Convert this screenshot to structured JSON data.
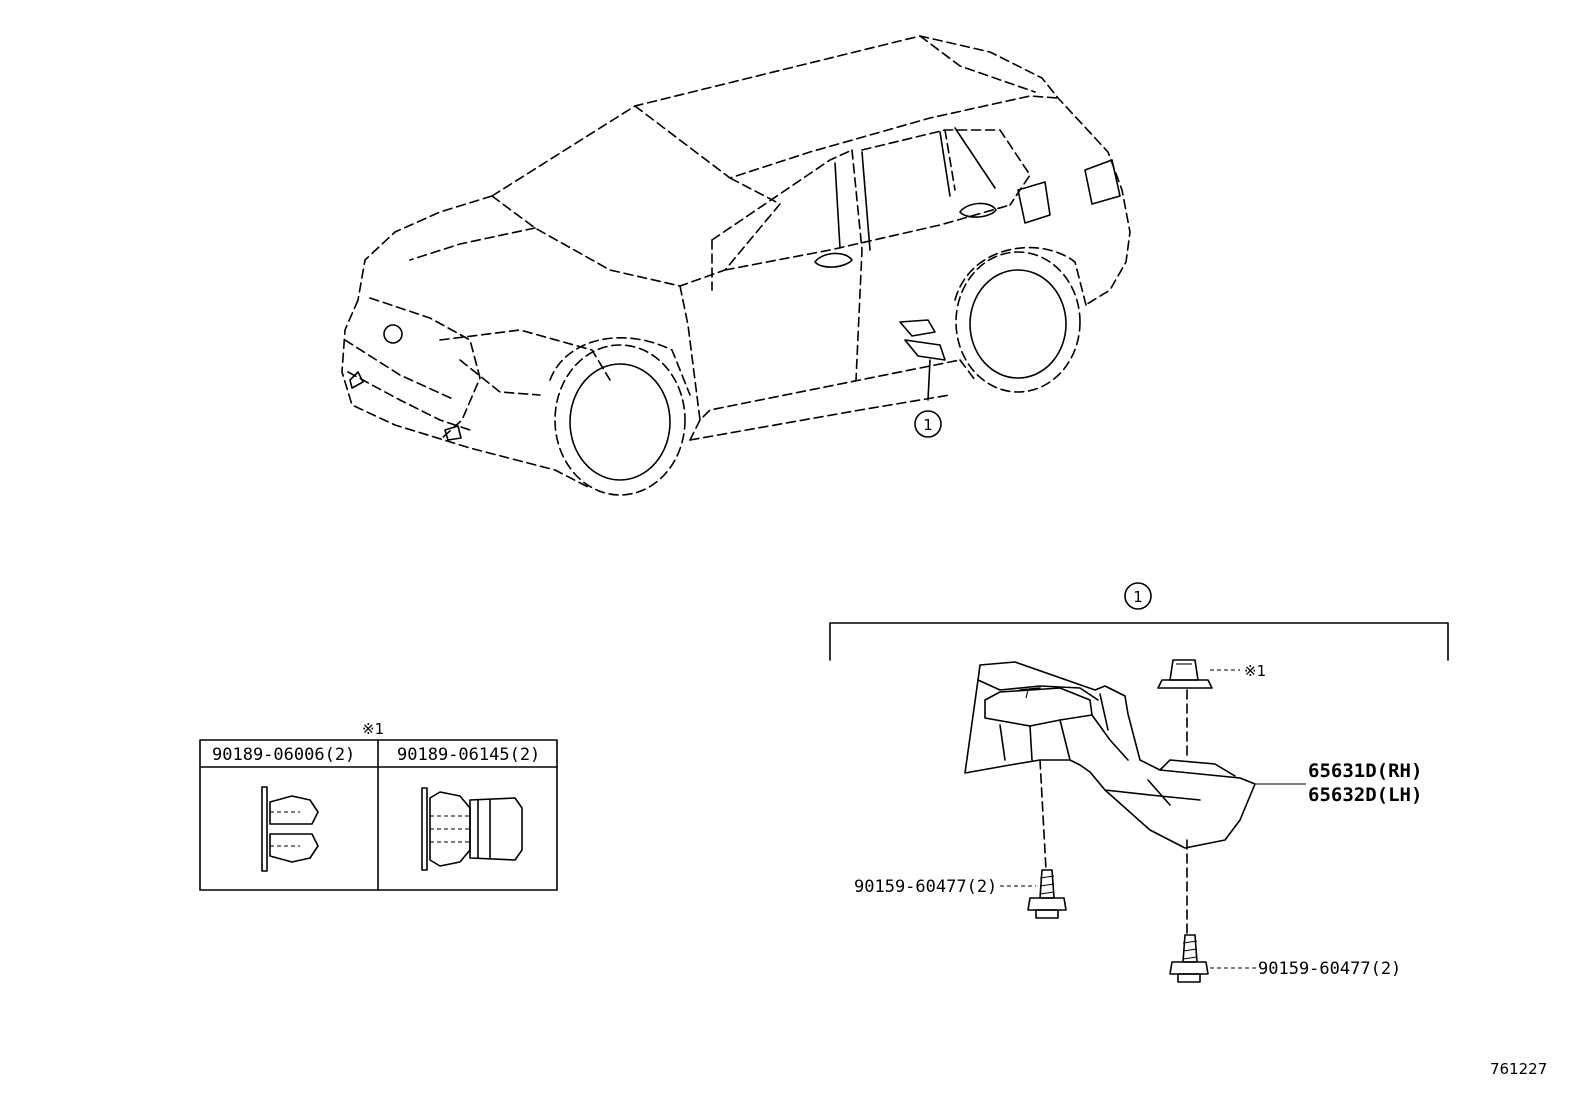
{
  "callout_ref": "1",
  "table": {
    "note": "※1",
    "columns": [
      "90189-06006(2)",
      "90189-06145(2)"
    ]
  },
  "parts": {
    "mud_guard_rh": "65631D(RH)",
    "mud_guard_lh": "65632D(LH)",
    "clip_note": "※1",
    "screw_left": "90159-60477(2)",
    "screw_right": "90159-60477(2)"
  },
  "figure_number": "761227"
}
